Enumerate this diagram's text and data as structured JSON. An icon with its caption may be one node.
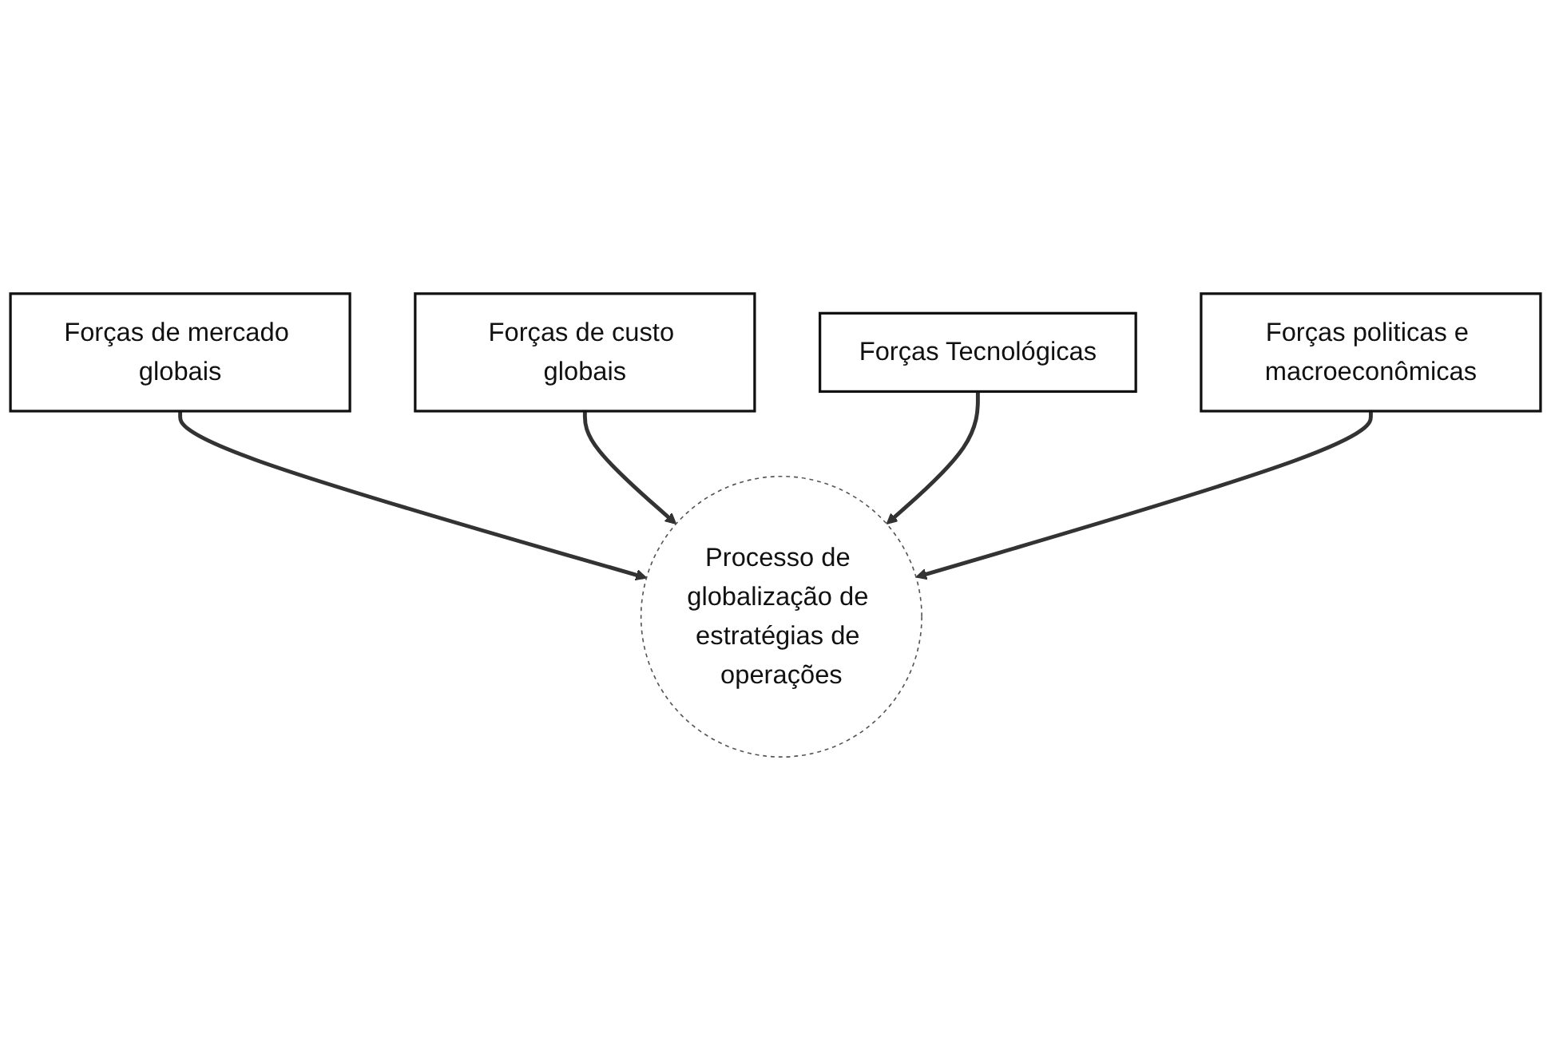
{
  "diagram": {
    "nodes": [
      {
        "text": [
          "Forças de mercado globais"
        ]
      },
      {
        "text": [
          "Forças de custo globais"
        ]
      },
      {
        "text": [
          "Processo de globalização de estratégias de operações"
        ]
      },
      {
        "text": [
          "Forças Tecnológicas"
        ]
      },
      {
        "text": [
          "Forças politicas e macroeconômicas"
        ]
      }
    ],
    "edges": [
      {
        "from": 0,
        "to": 2,
        "arrow": "to"
      },
      {
        "from": 1,
        "to": 2,
        "arrow": "to"
      },
      {
        "from": 3,
        "to": 2,
        "arrow": "to"
      },
      {
        "from": 4,
        "to": 2,
        "arrow": "to"
      }
    ]
  }
}
